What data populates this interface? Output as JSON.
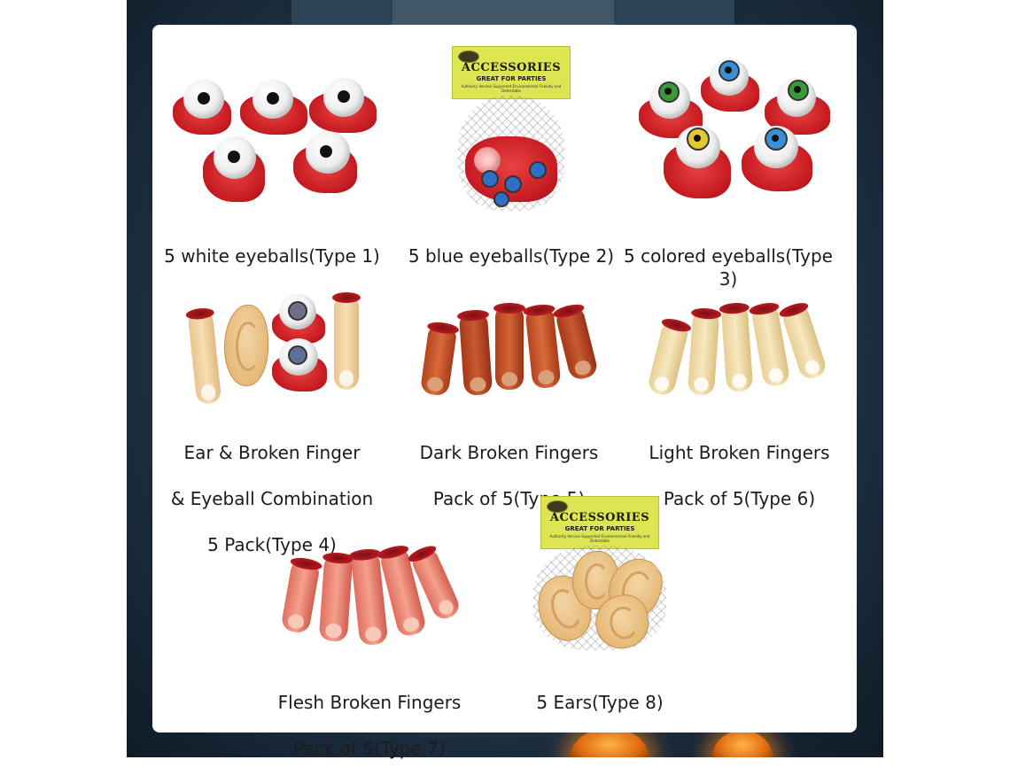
{
  "colors": {
    "background_dark": "#243a4e",
    "card": "#ffffff",
    "caption_text": "#1c1c1c",
    "package_header": "#dde652",
    "blood": "#c81d23"
  },
  "products": [
    {
      "caption_lines": [
        "5 white eyeballs(Type 1)"
      ],
      "icon": "white-eyeballs-image"
    },
    {
      "caption_lines": [
        "5 blue eyeballs(Type 2)"
      ],
      "icon": "blue-eyeballs-package-image"
    },
    {
      "caption_lines": [
        "5 colored eyeballs(Type 3)"
      ],
      "icon": "colored-eyeballs-image"
    },
    {
      "caption_lines": [
        "Ear & Broken Finger",
        "& Eyeball Combination",
        "5 Pack(Type 4)"
      ],
      "icon": "combination-image"
    },
    {
      "caption_lines": [
        "Dark Broken Fingers",
        "Pack of 5(Type 5)"
      ],
      "icon": "dark-fingers-image"
    },
    {
      "caption_lines": [
        "Light Broken Fingers",
        "Pack of 5(Type 6)"
      ],
      "icon": "light-fingers-image"
    },
    {
      "caption_lines": [
        "Flesh Broken Fingers",
        "Pack of 5(Type 7)"
      ],
      "icon": "flesh-fingers-image"
    },
    {
      "caption_lines": [
        "5 Ears(Type 8)"
      ],
      "icon": "ears-package-image"
    }
  ],
  "package_label": {
    "title": "ACCESSORIES",
    "subtitle": "GREAT FOR PARTIES",
    "fine_print": "Authority Version Supported Environmental Friendly and Detectable"
  }
}
